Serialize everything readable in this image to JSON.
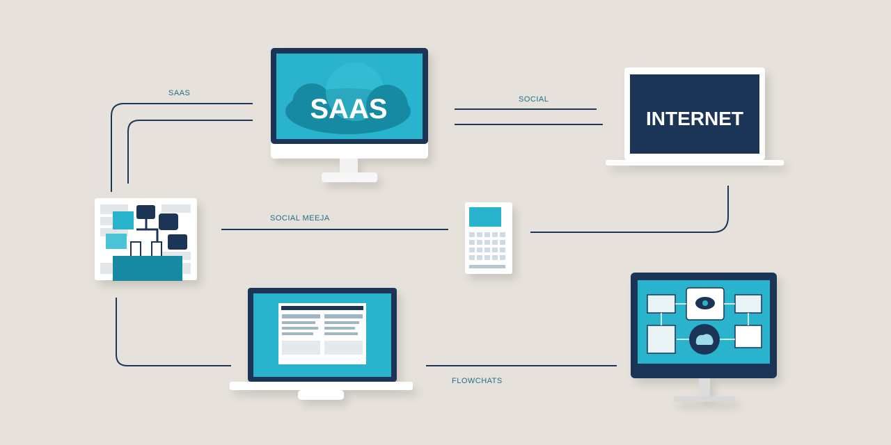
{
  "labels": {
    "saas_line": "SAAS",
    "social_line": "SOCIAL",
    "social_media": "SOCIAL MEEJA",
    "flowcharts": "FLOWCHATS"
  },
  "screens": {
    "saas": "SAAS",
    "internet": "INTERNET"
  },
  "colors": {
    "background": "#e6e1da",
    "navy": "#1d3557",
    "teal": "#2bb3cc",
    "deep_teal": "#178aa3",
    "white": "#ffffff"
  },
  "icons": {
    "saas_monitor": "desktop-monitor-icon",
    "internet_laptop": "laptop-icon",
    "social_board": "social-media-board-icon",
    "calculator": "calculator-icon",
    "flow_laptop": "laptop-icon",
    "flow_monitor": "flowchart-monitor-icon"
  }
}
